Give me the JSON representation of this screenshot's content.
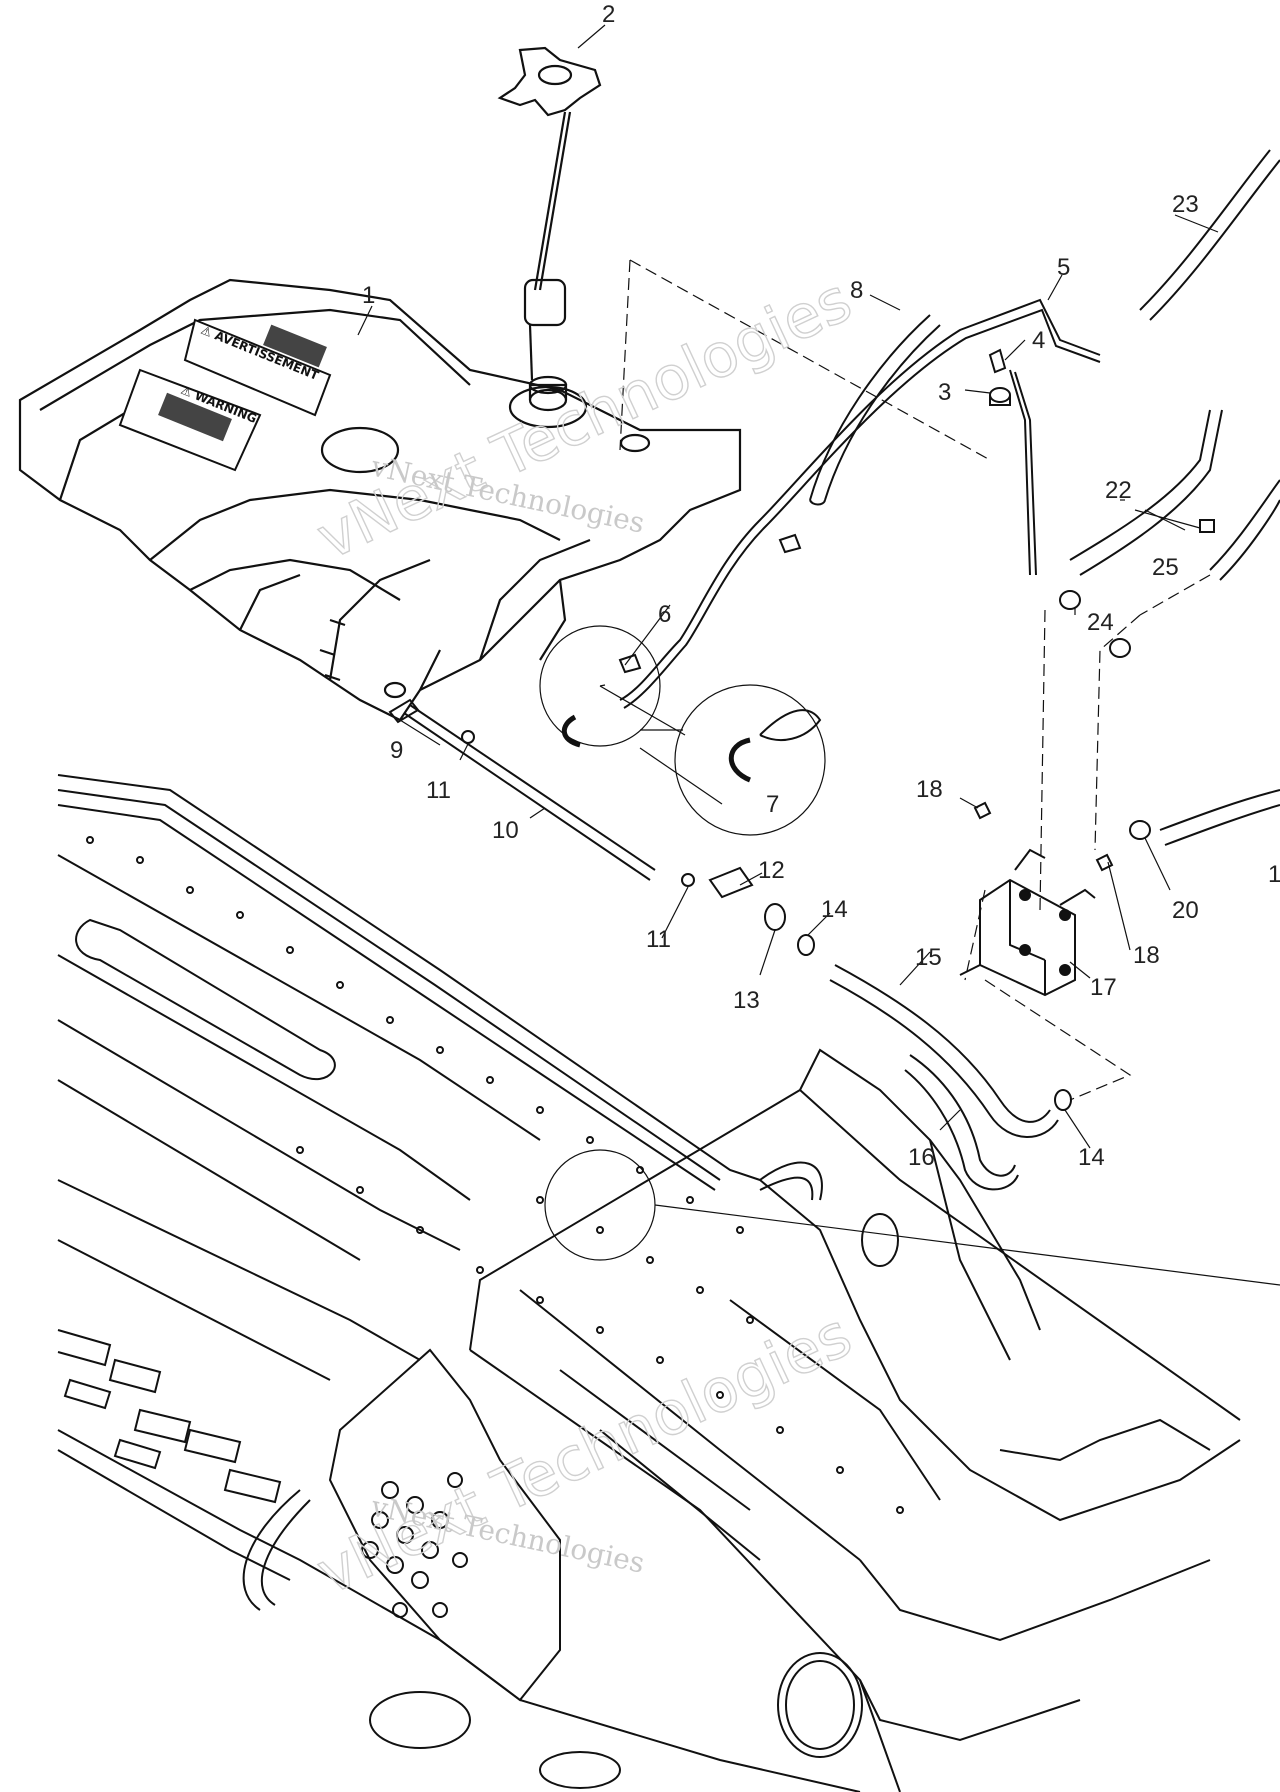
{
  "watermark": {
    "primary": "vNext Technologies",
    "outline": "vNext Technologies"
  },
  "decals": {
    "warning_label": "⚠ WARNING",
    "avertissement_label": "⚠ AVERTISSEMENT"
  },
  "callouts": [
    "1",
    "2",
    "3",
    "4",
    "5",
    "6",
    "7",
    "8",
    "9",
    "10",
    "11",
    "11",
    "12",
    "13",
    "14",
    "14",
    "15",
    "16",
    "17",
    "18",
    "18",
    "20",
    "22",
    "23",
    "24",
    "25"
  ],
  "partial_callouts": [
    "1"
  ],
  "colors": {
    "line": "#111111",
    "background": "#ffffff",
    "watermark": "#c9c9c9"
  }
}
